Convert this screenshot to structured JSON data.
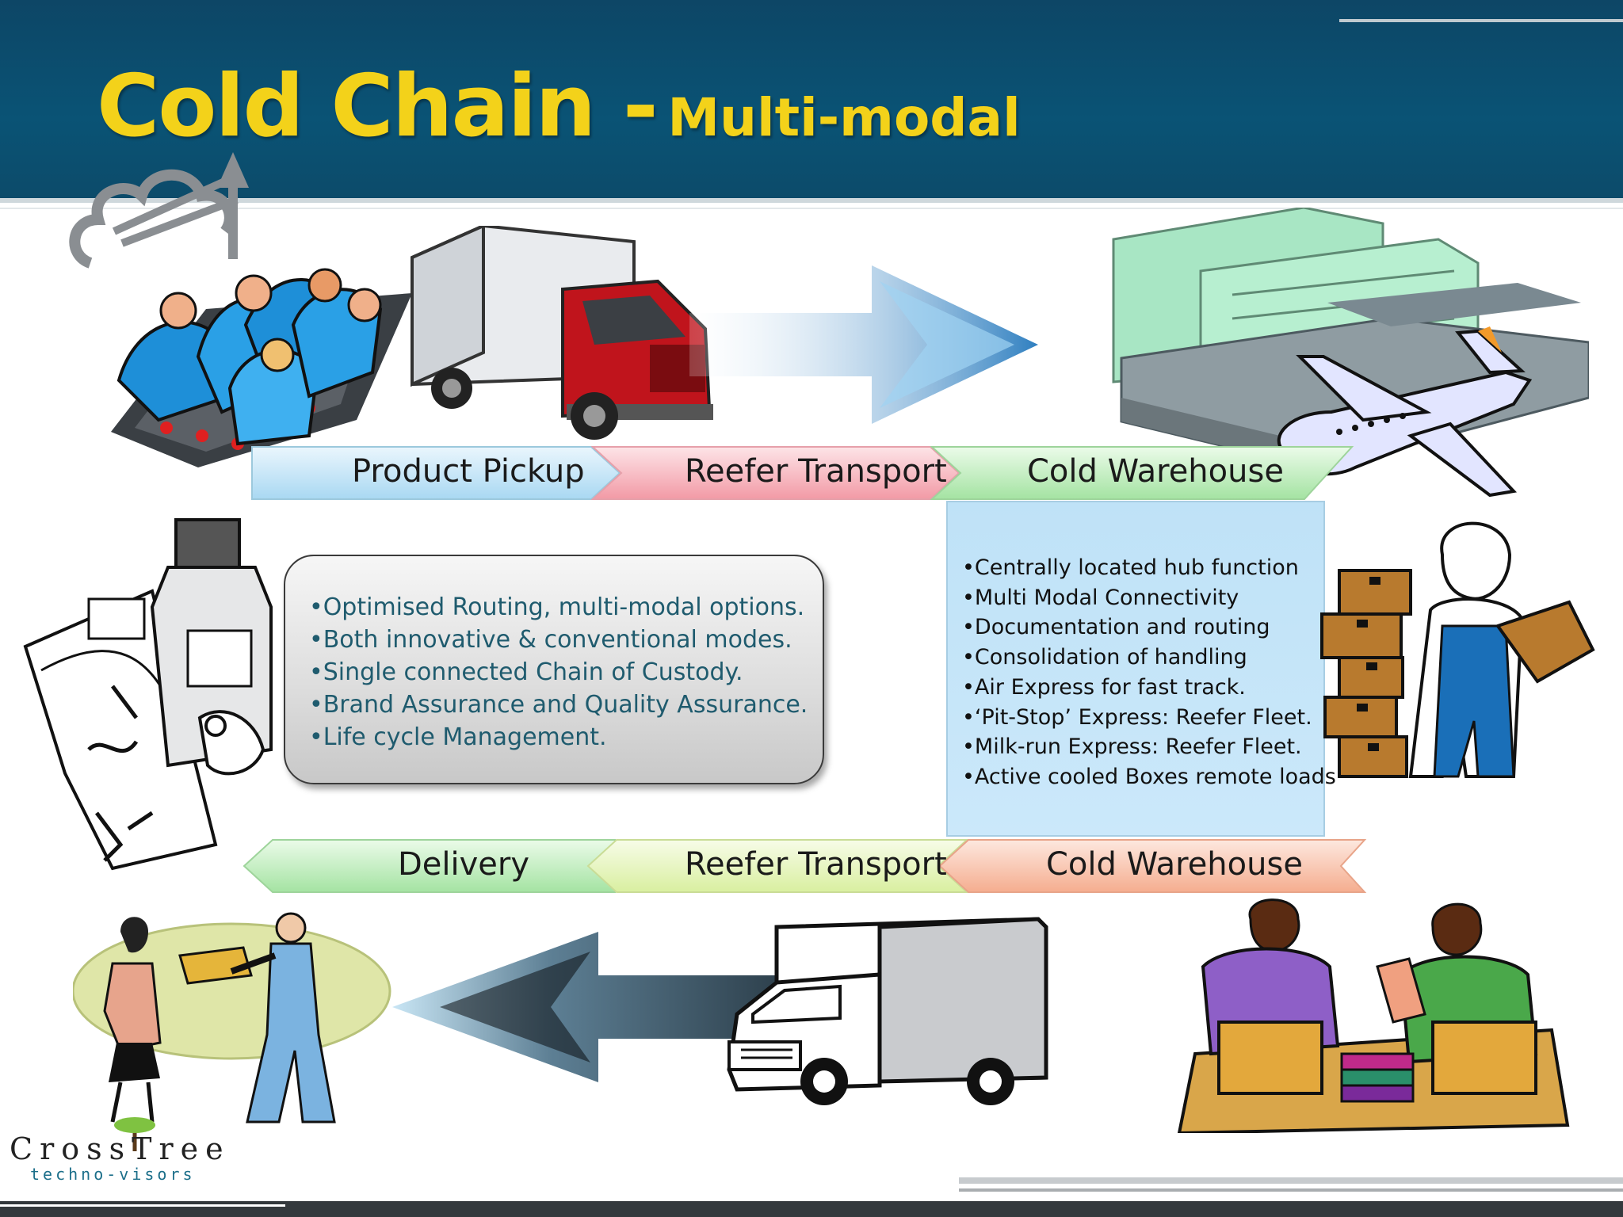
{
  "slide": {
    "title_main": "Cold Chain -",
    "title_sub": "Multi-modal"
  },
  "flow_top": [
    {
      "label": "Product Pickup",
      "color": "#c7e6f5"
    },
    {
      "label": "Reefer Transport",
      "color": "#f7c4cb"
    },
    {
      "label": "Cold Warehouse",
      "color": "#c9efc9"
    }
  ],
  "flow_bottom": [
    {
      "label": "Delivery",
      "color": "#c9efc9"
    },
    {
      "label": "Reefer Transport",
      "color": "#eaf6c8"
    },
    {
      "label": "Cold Warehouse",
      "color": "#f9cdbb"
    }
  ],
  "info_box": {
    "lines": [
      "•Optimised Routing, multi-modal options.",
      "•Both innovative & conventional modes.",
      "•Single connected Chain of Custody.",
      "•Brand Assurance and Quality Assurance.",
      "•Life cycle Management."
    ]
  },
  "hub_box": {
    "lines": [
      "•Centrally located hub function",
      "•Multi Modal Connectivity",
      "•Documentation and routing",
      "•Consolidation of handling",
      "•Air Express for fast track.",
      "•‘Pit-Stop’ Express: Reefer Fleet.",
      "•Milk-run Express: Reefer Fleet.",
      "•Active cooled Boxes remote loads"
    ]
  },
  "logo": {
    "name": "CrossTree",
    "tagline": "techno-visors"
  },
  "colors": {
    "header_bg": "#0c4b6a",
    "title": "#f3d21a",
    "info_text": "#1f5b6e",
    "hub_box_bg": "#c5e5f8"
  },
  "icons": [
    "factory-workers-icon",
    "delivery-truck-icon",
    "right-arrow-icon",
    "warehouse-buildings-icon",
    "airplane-icon",
    "medicine-bottle-icon",
    "worker-with-boxes-icon",
    "handover-icon",
    "left-arrow-icon",
    "van-icon",
    "warehouse-staff-icon"
  ]
}
